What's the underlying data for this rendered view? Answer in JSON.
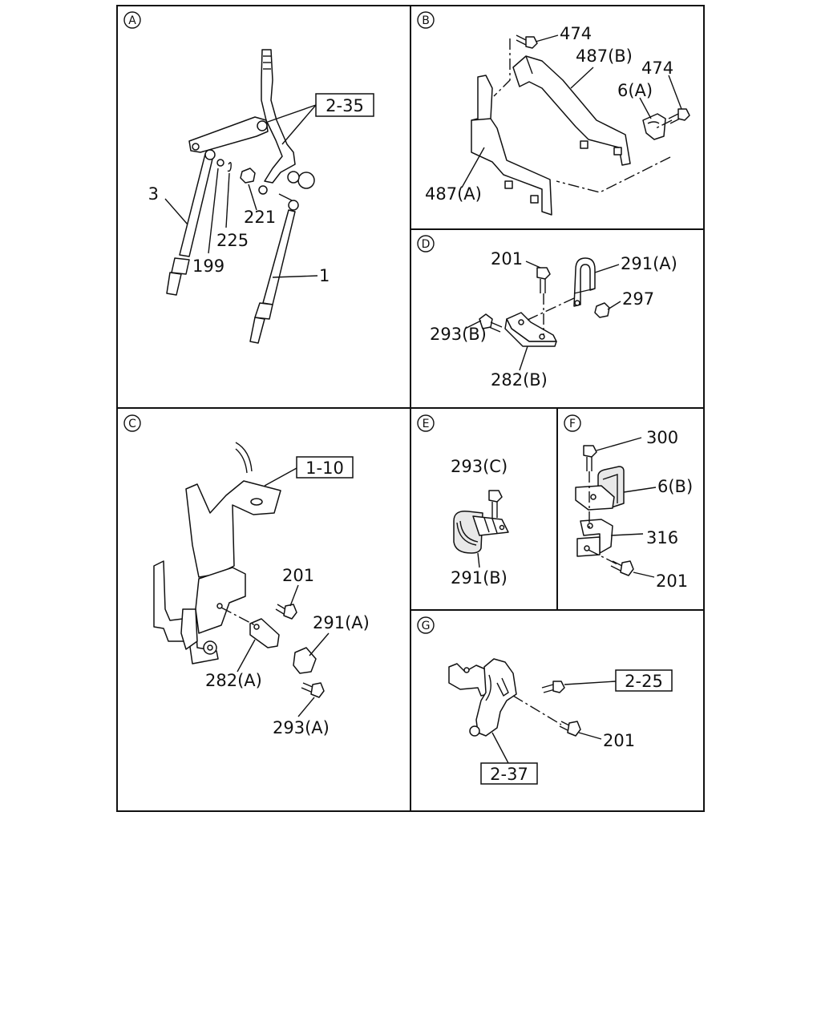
{
  "panels": {
    "A": {
      "letter": "A",
      "refs": {
        "r1": "2-35"
      },
      "labels": {
        "l1": "3",
        "l2": "199",
        "l3": "225",
        "l4": "221",
        "l5": "1"
      }
    },
    "B": {
      "letter": "B",
      "labels": {
        "l1": "474",
        "l2": "487(B)",
        "l3": "474",
        "l4": "6(A)",
        "l5": "487(A)"
      }
    },
    "C": {
      "letter": "C",
      "refs": {
        "r1": "1-10"
      },
      "labels": {
        "l1": "201",
        "l2": "291(A)",
        "l3": "282(A)",
        "l4": "293(A)"
      }
    },
    "D": {
      "letter": "D",
      "labels": {
        "l1": "201",
        "l2": "291(A)",
        "l3": "297",
        "l4": "293(B)",
        "l5": "282(B)"
      }
    },
    "E": {
      "letter": "E",
      "labels": {
        "l1": "293(C)",
        "l2": "291(B)"
      }
    },
    "F": {
      "letter": "F",
      "labels": {
        "l1": "300",
        "l2": "6(B)",
        "l3": "316",
        "l4": "201"
      }
    },
    "G": {
      "letter": "G",
      "refs": {
        "r1": "2-25",
        "r2": "2-37"
      },
      "labels": {
        "l1": "201"
      }
    }
  }
}
